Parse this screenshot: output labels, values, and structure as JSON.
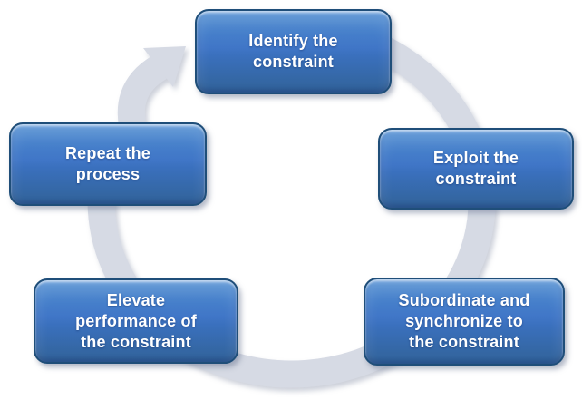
{
  "diagram": {
    "kind": "cycle-process-diagram",
    "flow_direction": "clockwise",
    "steps": [
      {
        "id": "identify",
        "label": "Identify the\nconstraint"
      },
      {
        "id": "exploit",
        "label": "Exploit the\nconstraint"
      },
      {
        "id": "subordinate",
        "label": "Subordinate and\nsynchronize to\nthe constraint"
      },
      {
        "id": "elevate",
        "label": "Elevate\nperformance of\nthe constraint"
      },
      {
        "id": "repeat",
        "label": "Repeat the\nprocess"
      }
    ]
  },
  "colors": {
    "box_fill": "#3d76c0",
    "box_border": "#1f4e79",
    "box_text": "#ffffff",
    "ring_fill": "#d6dae4",
    "background": "#ffffff"
  }
}
